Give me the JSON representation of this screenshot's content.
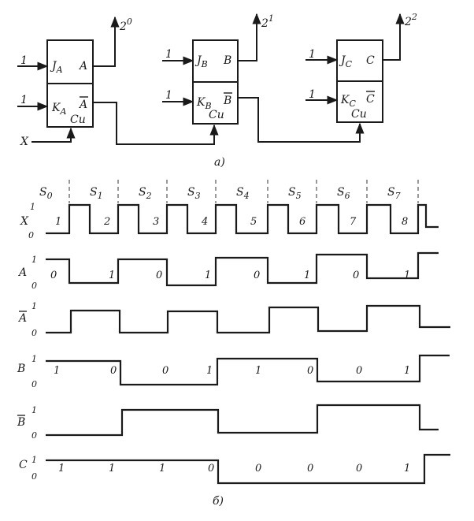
{
  "circuit": {
    "flipflops": [
      {
        "id": "A",
        "j": "J",
        "j_sub": "A",
        "k": "K",
        "k_sub": "A",
        "q": "A",
        "qbar": "A",
        "clk": "Cu",
        "weight": "2",
        "weight_exp": "0",
        "j_in": "1",
        "k_in": "1"
      },
      {
        "id": "B",
        "j": "J",
        "j_sub": "B",
        "k": "K",
        "k_sub": "B",
        "q": "B",
        "qbar": "B",
        "clk": "Cu",
        "weight": "2",
        "weight_exp": "1",
        "j_in": "1",
        "k_in": "1"
      },
      {
        "id": "C",
        "j": "J",
        "j_sub": "C",
        "k": "K",
        "k_sub": "C",
        "q": "C",
        "qbar": "C",
        "clk": "Cu",
        "weight": "2",
        "weight_exp": "2",
        "j_in": "1",
        "k_in": "1"
      }
    ],
    "clock_input": "X",
    "caption": "а)"
  },
  "timing": {
    "caption": "б)",
    "states": [
      {
        "s": "S",
        "n": "0"
      },
      {
        "s": "S",
        "n": "1"
      },
      {
        "s": "S",
        "n": "2"
      },
      {
        "s": "S",
        "n": "3"
      },
      {
        "s": "S",
        "n": "4"
      },
      {
        "s": "S",
        "n": "5"
      },
      {
        "s": "S",
        "n": "6"
      },
      {
        "s": "S",
        "n": "7"
      }
    ],
    "rows": [
      {
        "name": "X",
        "bar": false,
        "high": "1",
        "low": "0",
        "labels": [
          "1",
          "2",
          "3",
          "4",
          "5",
          "6",
          "7",
          "8"
        ]
      },
      {
        "name": "A",
        "bar": false,
        "high": "1",
        "low": "0",
        "labels": [
          "0",
          "1",
          "0",
          "1",
          "0",
          "1",
          "0",
          "1"
        ]
      },
      {
        "name": "A",
        "bar": true,
        "high": "1",
        "low": "0",
        "labels": []
      },
      {
        "name": "B",
        "bar": false,
        "high": "1",
        "low": "0",
        "labels": [
          "1",
          "0",
          "0",
          "1",
          "1",
          "0",
          "0",
          "1"
        ]
      },
      {
        "name": "B",
        "bar": true,
        "high": "1",
        "low": "0",
        "labels": []
      },
      {
        "name": "C",
        "bar": false,
        "high": "1",
        "low": "0",
        "labels": [
          "1",
          "1",
          "1",
          "0",
          "0",
          "0",
          "0",
          "1"
        ]
      }
    ]
  }
}
